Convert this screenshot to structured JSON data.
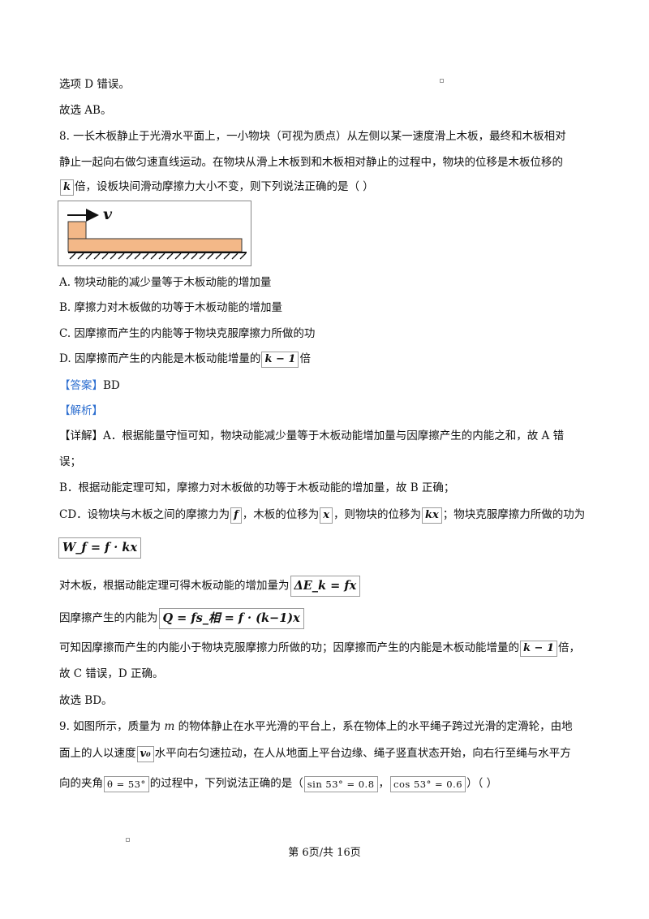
{
  "lines": {
    "l1": "选项 D 错误。",
    "l2": "故选 AB。",
    "q8_l1": "8. 一长木板静止于光滑水平面上，一小物块（可视为质点）从左侧以某一速度滑上木板，最终和木板相对",
    "q8_l2": "静止一起向右做匀速直线运动。在物块从滑上木板到和木板相对静止的过程中，物块的位移是木板位移的",
    "q8_l3_post": "倍，设板块间滑动摩擦力大小不变，则下列说法正确的是（        ）",
    "optA": "A. 物块动能的减少量等于木板动能的增加量",
    "optB": "B. 摩擦力对木板做的功等于木板动能的增加量",
    "optC": "C. 因摩擦而产生的内能等于物块克服摩擦力所做的功",
    "optD_pre": "D. 因摩擦而产生的内能是木板动能增量的",
    "optD_post": "倍",
    "answer_tag": "【答案】",
    "answer": "BD",
    "analysis_tag": "【解析】",
    "detail_l1": "【详解】A．根据能量守恒可知，物块动能减少量等于木板动能增加量与因摩擦产生的内能之和，故 A 错",
    "detail_l2": "误；",
    "detail_B": "B．根据动能定理可知，摩擦力对木板做的功等于木板动能的增加量，故 B 正确；",
    "cd_a": "CD．设物块与木板之间的摩擦力为",
    "cd_b": "，木板的位移为",
    "cd_c": "，则物块的位移为",
    "cd_d": "；物块克服摩擦力所做的功为",
    "board_pre": "对木板，根据动能定理可得木板动能的增加量为",
    "heat_pre": "因摩擦产生的内能为",
    "concl_a": "可知因摩擦而产生的内能小于物块克服摩擦力所做的功；因摩擦而产生的内能是木板动能增量的",
    "concl_b": "倍，",
    "concl_l2": "故 C 错误，D 正确。",
    "choose": "故选 BD。",
    "q9_l1_a": "9. 如图所示，质量为",
    "q9_m": "m",
    "q9_l1_b": "的物体静止在水平光滑的平台上，系在物体上的水平绳子跨过光滑的定滑轮，由地",
    "q9_l2_a": "面上的人以速度",
    "q9_l2_b": "水平向右匀速拉动，在人从地面上平台边缘、绳子竖直状态开始，向右行至绳与水平方",
    "q9_l3_a": "向的夹角",
    "q9_l3_b": "的过程中，下列说法正确的是（",
    "q9_l3_c": "，",
    "q9_l3_d": "）（          ）"
  },
  "formulas": {
    "k": "k",
    "k_minus_1": "k − 1",
    "f": "f",
    "x": "x",
    "kx": "kx",
    "wf": "W_f = f · kx",
    "dEk": "ΔE_k = fx",
    "Q": "Q = fs_相 = f · (k−1)x",
    "v0": "v₀",
    "theta": "θ = 53°",
    "sin": "sin 53° = 0.8",
    "cos": "cos 53° = 0.6"
  },
  "diagram": {
    "velocity_label": "v"
  },
  "footer": "第 6页/共 16页"
}
